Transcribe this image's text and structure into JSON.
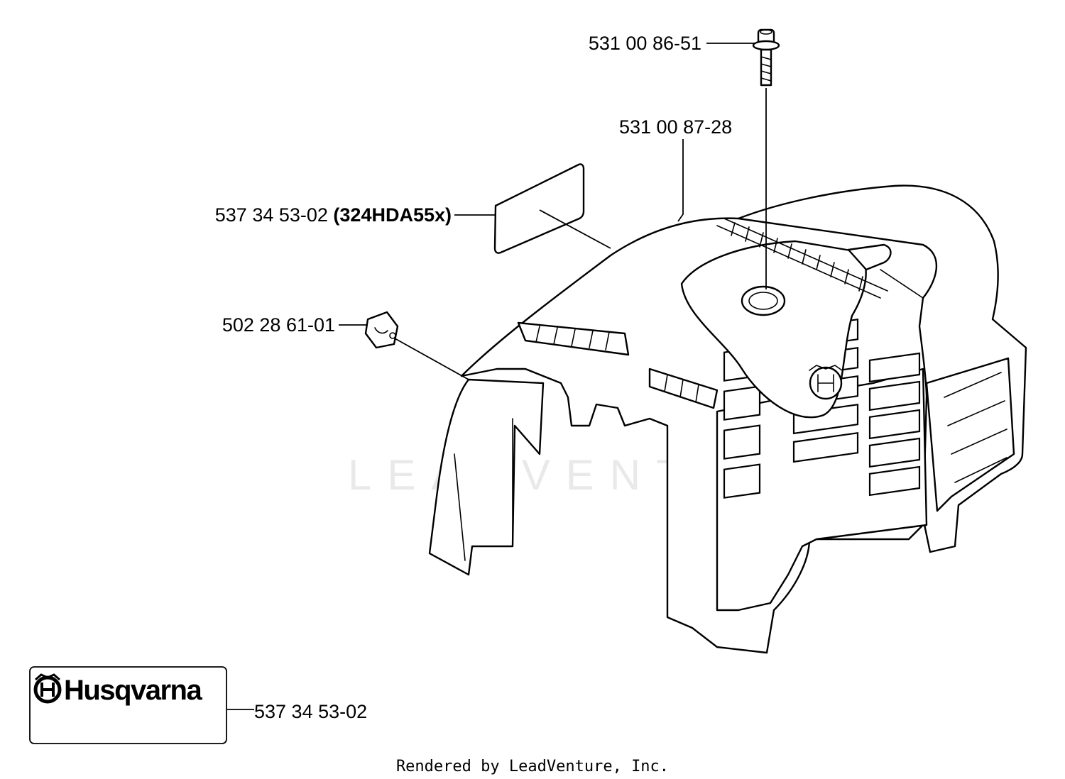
{
  "watermark": "LEADVENTURE",
  "callouts": {
    "screw": "531 00 86-51",
    "cover": "531 00 87-28",
    "decal_part": "537 34 53-02",
    "decal_model": "(324HDA55x)",
    "clip": "502 28 61-01",
    "logo_decal": "537 34 53-02"
  },
  "logo": {
    "brand": "Husqvarna"
  },
  "footer": {
    "credit": "Rendered by LeadVenture, Inc."
  }
}
